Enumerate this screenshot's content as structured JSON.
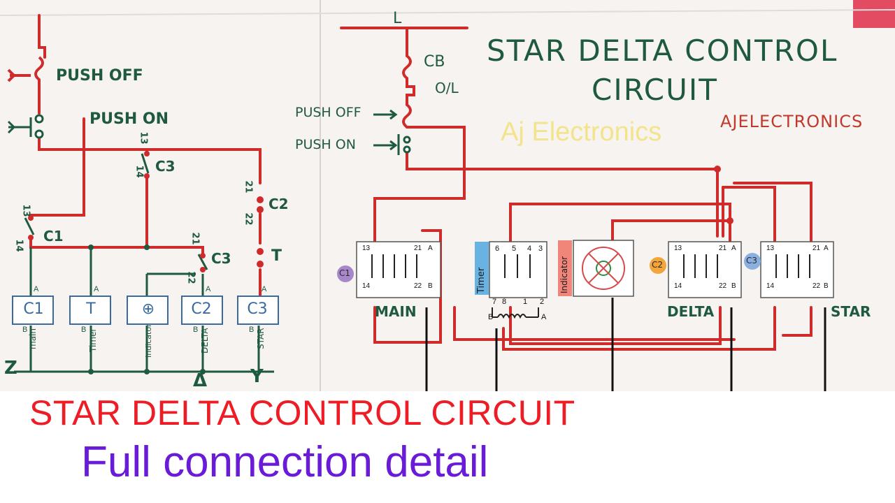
{
  "title": {
    "line1": "STAR DELTA CONTROL",
    "line2": "CIRCUIT",
    "credit": "AJELECTRONICS"
  },
  "watermark": "Aj Electronics",
  "captions": {
    "line1": "STAR DELTA CONTROL CIRCUIT",
    "line2": "Full connection detail"
  },
  "left_schematic": {
    "push_off": "PUSH OFF",
    "push_on": "PUSH ON",
    "contacts": {
      "c3_top": "C3",
      "c3_top_n13": "13",
      "c3_top_n14": "14",
      "c1": "C1",
      "c1_n13": "13",
      "c1_n14": "14",
      "c2": "C2",
      "c2_n21": "21",
      "c2_n22": "22",
      "timer": "T",
      "c3_mid": "C3",
      "c3_mid_n21": "21",
      "c3_mid_n22": "22"
    },
    "coils": [
      {
        "label": "C1",
        "sub": "main"
      },
      {
        "label": "T",
        "sub": "Timer"
      },
      {
        "label": "⊕",
        "sub": "Indicator"
      },
      {
        "label": "C2",
        "sub": "DELTA"
      },
      {
        "label": "C3",
        "sub": "STAR"
      }
    ],
    "coil_top": "A",
    "coil_bottom": "B",
    "bottom_labels": {
      "z": "Z",
      "delta": "Δ",
      "y": "Y"
    }
  },
  "right_wiring": {
    "line": "L",
    "cb": "CB",
    "ol": "O/L",
    "push_off": "PUSH OFF",
    "push_on": "PUSH ON",
    "main_label": "MAIN",
    "delta_label": "DELTA",
    "star_label": "STAR",
    "tag_c1": "C1",
    "tag_c2": "C2",
    "tag_c3": "C3",
    "timer_tag": "Timer",
    "indicator_tag": "Indicator",
    "contactor_top_nums": [
      "13",
      "21",
      "A"
    ],
    "contactor_bottom_nums": [
      "14",
      "22",
      "B"
    ],
    "timer_top_nums": [
      "6",
      "5",
      "4",
      "3"
    ],
    "timer_bottom_nums": [
      "7",
      "8",
      "1",
      "2"
    ],
    "timer_coil_a": "A",
    "timer_coil_b": "B"
  },
  "colors": {
    "ink_green": "#1f5a3f",
    "wire_red": "#cf2b2b",
    "coil_blue": "#3b6b9e",
    "timer_tag_bg": "#69b3e3",
    "indicator_tag_bg": "#f0857a",
    "c2_tag_bg": "#f3a43a",
    "c3_tag_bg": "#8ab0e0",
    "caption_red": "#ee1c24",
    "caption_purple": "#6a1bd8",
    "watermark": "#f3e17a"
  }
}
